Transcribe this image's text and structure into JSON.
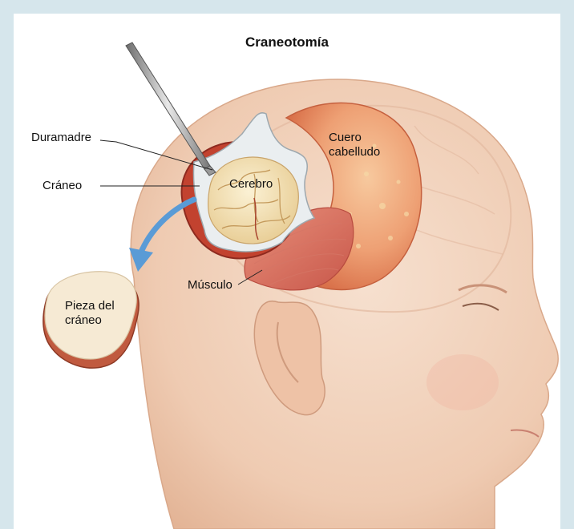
{
  "title": "Craneotomía",
  "labels": {
    "duramadre": "Duramadre",
    "craneo": "Cráneo",
    "cerebro": "Cerebro",
    "cuero_line1": "Cuero",
    "cuero_line2": "cabelludo",
    "musculo": "Músculo",
    "pieza_line1": "Pieza del",
    "pieza_line2": "cráneo"
  },
  "colors": {
    "frame": "#d6e6ec",
    "skin": "#f2d4bf",
    "scalp": "#e7976b",
    "brain": "#f3e4b8",
    "arrow": "#5a9bd6"
  }
}
